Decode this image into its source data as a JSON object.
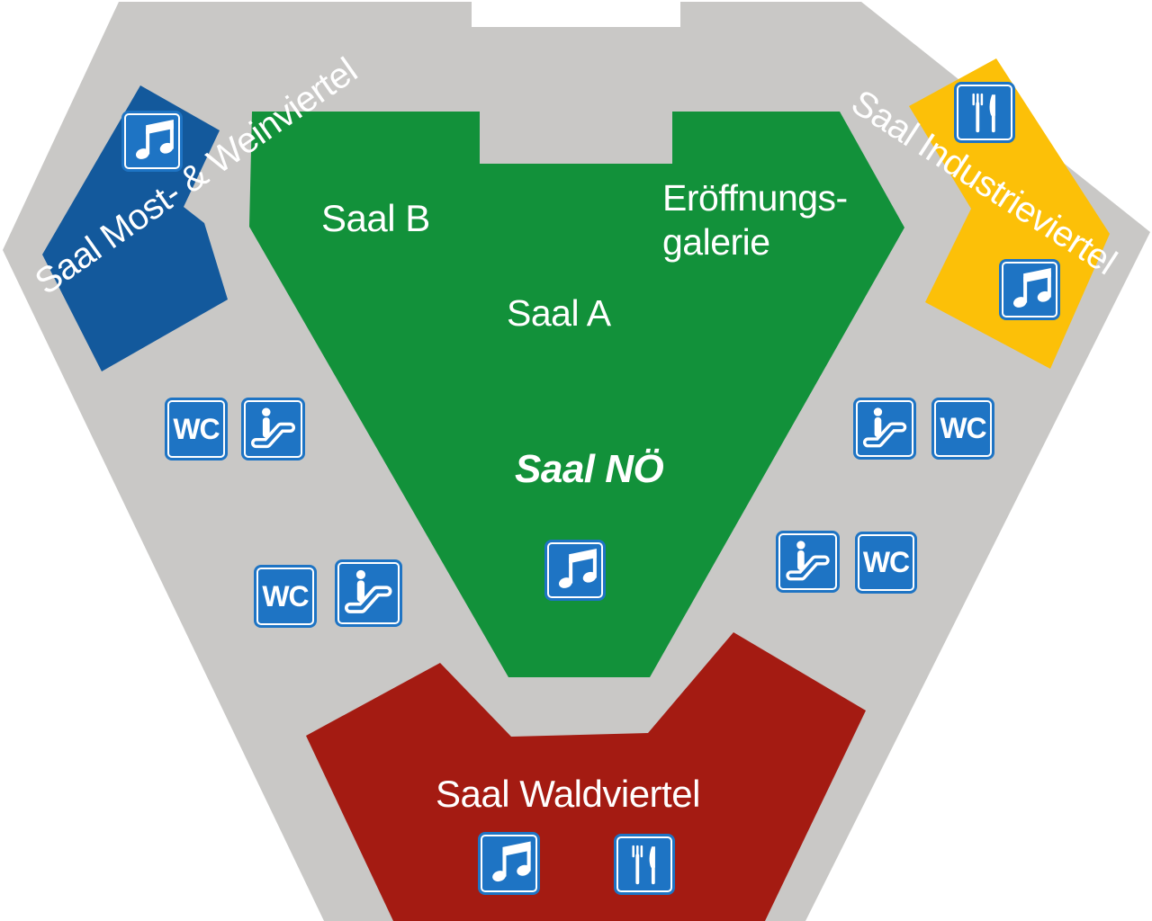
{
  "labels": {
    "saal_b": "Saal B",
    "saal_a": "Saal A",
    "eroeffnungsgalerie_line1": "Eröffnungs-",
    "eroeffnungsgalerie_line2": "galerie",
    "saal_noe": "Saal NÖ",
    "saal_waldviertel": "Saal Waldviertel",
    "saal_most_weinviertel": "Saal Most- & Weinviertel",
    "saal_industrieviertel": "Saal Industrieviertel"
  },
  "signs": {
    "wc": "WC",
    "escalator_icon": "escalator",
    "music_icon": "beamed-music-notes",
    "restaurant_icon": "fork-and-knife"
  },
  "colors": {
    "corridor_gray": "#c9c8c6",
    "saal_noe_green": "#12913a",
    "saal_waldviertel_red": "#a41b12",
    "saal_most_weinviertel_blue": "#13599c",
    "saal_industrieviertel_yellow": "#fcc008",
    "sign_blue": "#1e74c4",
    "label_white": "#ffffff"
  }
}
